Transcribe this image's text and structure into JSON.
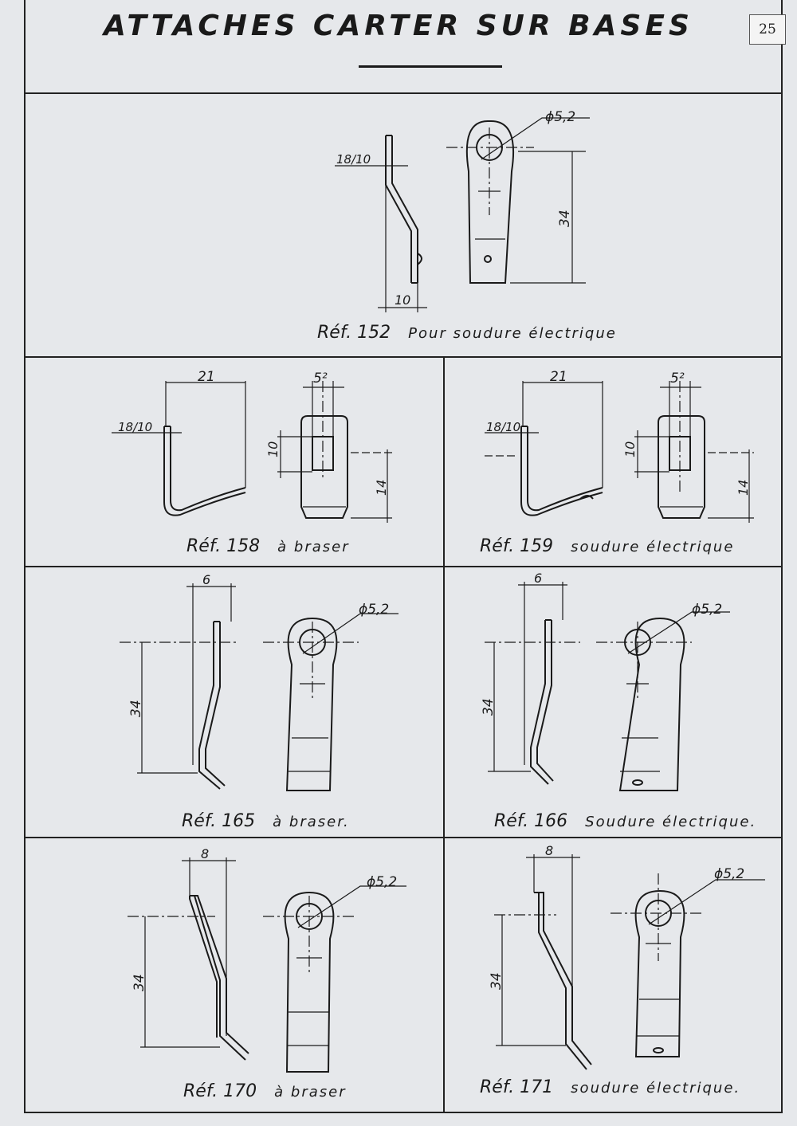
{
  "sheet": {
    "title": "ATTACHES CARTER SUR BASES",
    "page_number": "25"
  },
  "parts": [
    {
      "ref": "Réf. 152",
      "desc": "Pour soudure électrique",
      "dims": {
        "thickness": "18/10",
        "width": "10",
        "hole": "ϕ5,2",
        "length": "34"
      }
    },
    {
      "ref": "Réf. 158",
      "desc": "à braser",
      "dims": {
        "height": "21",
        "thickness": "18/10",
        "slot_w": "5²",
        "slot_h": "10",
        "length": "14"
      }
    },
    {
      "ref": "Réf. 159",
      "desc": "soudure électrique",
      "dims": {
        "height": "21",
        "thickness": "18/10",
        "slot_w": "5²",
        "slot_h": "10",
        "length": "14"
      }
    },
    {
      "ref": "Réf. 165",
      "desc": "à braser.",
      "dims": {
        "width": "6",
        "hole": "ϕ5,2",
        "length": "34"
      }
    },
    {
      "ref": "Réf. 166",
      "desc": "Soudure électrique.",
      "dims": {
        "width": "6",
        "hole": "ϕ5,2",
        "length": "34"
      }
    },
    {
      "ref": "Réf. 170",
      "desc": "à braser",
      "dims": {
        "width": "8",
        "hole": "ϕ5,2",
        "length": "34"
      }
    },
    {
      "ref": "Réf. 171",
      "desc": "soudure électrique.",
      "dims": {
        "width": "8",
        "hole": "ϕ5,2",
        "length": "34"
      }
    }
  ]
}
